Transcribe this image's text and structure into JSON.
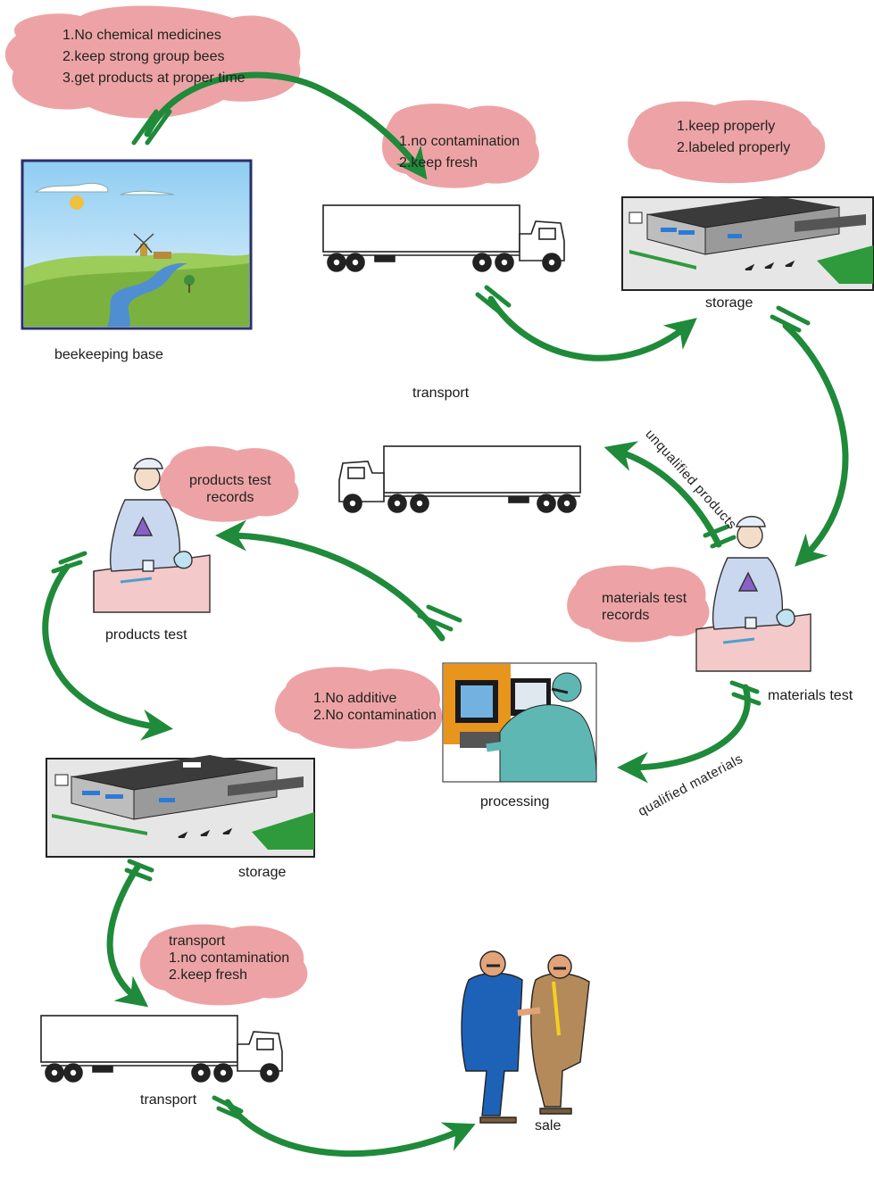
{
  "colors": {
    "arrow": "#1f8a3a",
    "cloud": "#eda3a5",
    "sky_top": "#b5dff7",
    "grass": "#8cc44a",
    "roof": "#3c3c3c",
    "lab_coat": "#c9d8ee",
    "worker": "#5fb7b3"
  },
  "stations": {
    "beekeeping_base": "beekeeping base",
    "transport_1": "transport",
    "storage_1": "storage",
    "materials_test": "materials test",
    "processing": "processing",
    "products_test": "products test",
    "storage_2": "storage",
    "transport_2": "transport",
    "sale": "sale"
  },
  "clouds": {
    "beekeeping": [
      "1.No chemical medicines",
      "2.keep strong group bees",
      "3.get products at proper time"
    ],
    "transport_1": [
      "1.no contamination",
      "2.keep fresh"
    ],
    "storage_1": [
      "1.keep properly",
      "2.labeled properly"
    ],
    "products_test": [
      "products test",
      "records"
    ],
    "materials_test": [
      "materials test",
      "records"
    ],
    "processing": [
      "1.No additive",
      "2.No contamination"
    ],
    "transport_2": [
      "transport",
      "1.no contamination",
      "2.keep fresh"
    ]
  },
  "edges": {
    "unqualified": "unqualified products",
    "qualified": "qualified materials"
  }
}
